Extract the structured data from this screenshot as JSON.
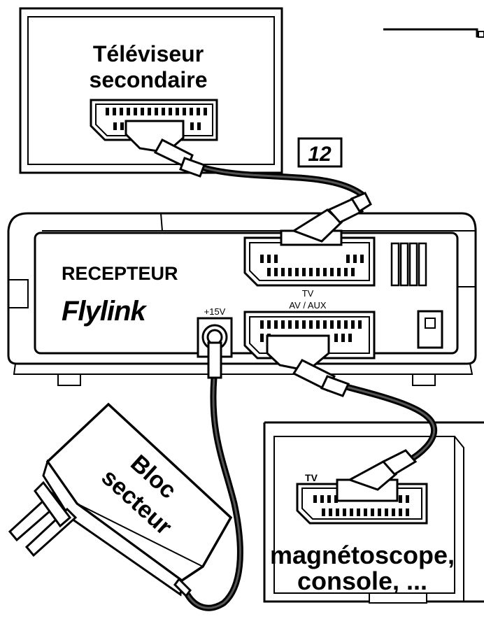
{
  "tv": {
    "line1": "Téléviseur",
    "line2": "secondaire"
  },
  "step_number": "12",
  "receiver": {
    "label": "RECEPTEUR",
    "brand": "Flylink",
    "port_tv": "TV",
    "port_av_aux": "AV / AUX",
    "power_port": "+15V"
  },
  "adapter": {
    "line1": "Bloc",
    "line2": "secteur"
  },
  "vcr": {
    "port_tv": "TV",
    "line1": "magnétoscope,",
    "line2": "console, ..."
  },
  "colors": {
    "ink": "#000000",
    "paper": "#ffffff",
    "cable": "#1a1a1a"
  }
}
